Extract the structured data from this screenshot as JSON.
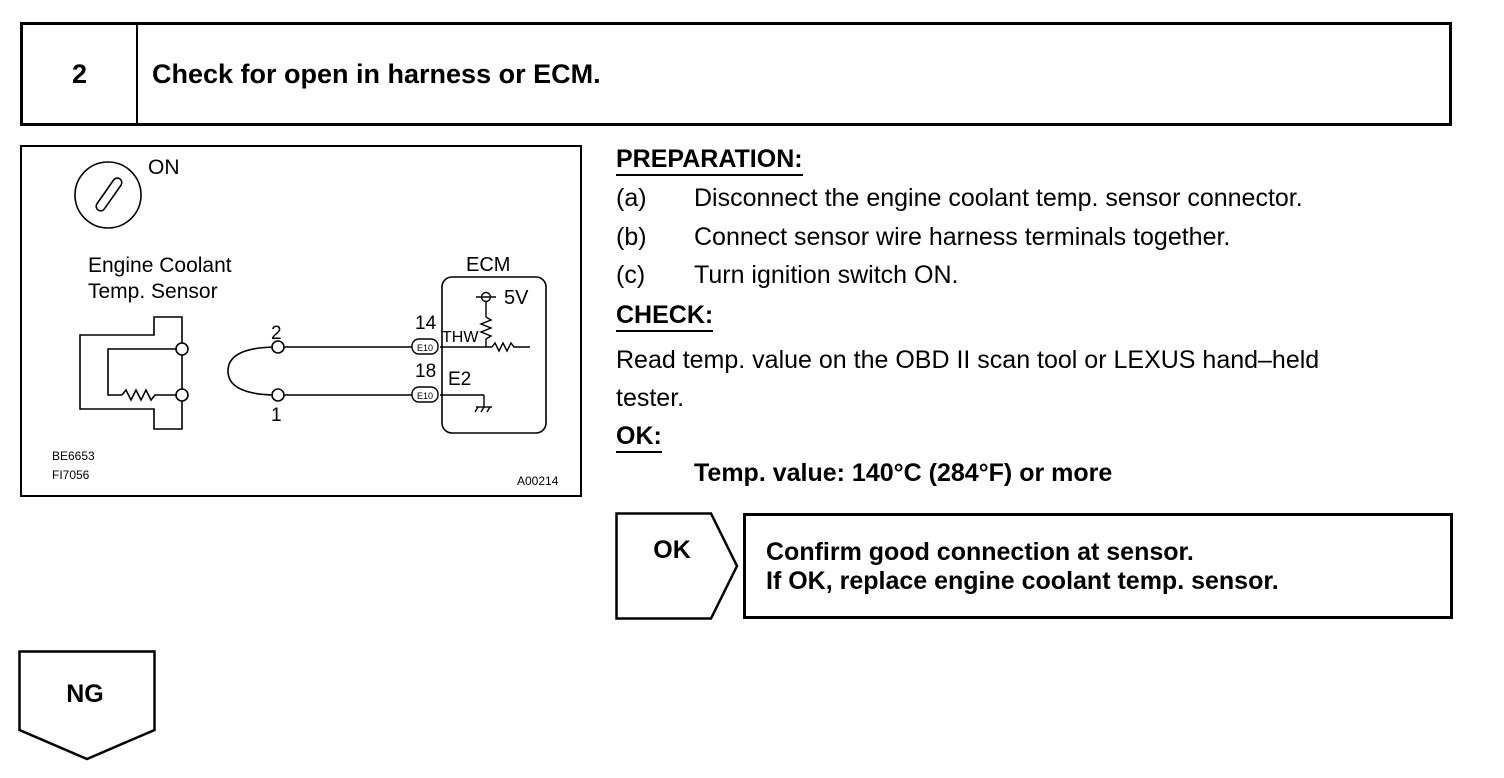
{
  "step": {
    "number": "2",
    "title": "Check for open in harness or ECM."
  },
  "diagram": {
    "ignition_label": "ON",
    "sensor_label_line1": "Engine Coolant",
    "sensor_label_line2": "Temp. Sensor",
    "ecm_label": "ECM",
    "voltage_label": "5V",
    "pin_2": "2",
    "pin_1": "1",
    "terminal_14": "14",
    "terminal_18": "18",
    "thw_label": "THW",
    "e2_label": "E2",
    "connector_1": "E10",
    "connector_2": "E10",
    "ref_1": "BE6653",
    "ref_2": "FI7056",
    "ref_3": "A00214"
  },
  "preparation": {
    "heading": "PREPARATION:",
    "items": [
      {
        "label": "(a)",
        "text": "Disconnect the engine coolant temp. sensor connector."
      },
      {
        "label": "(b)",
        "text": "Connect sensor wire harness terminals together."
      },
      {
        "label": "(c)",
        "text": "Turn ignition switch ON."
      }
    ]
  },
  "check": {
    "heading": "CHECK:",
    "line1": "Read temp. value on the OBD II scan tool or LEXUS hand–held",
    "line2": "tester."
  },
  "ok_spec": {
    "heading": "OK:",
    "value": "Temp. value:  140°C (284°F) or more"
  },
  "ok_branch": {
    "label": "OK",
    "line1": "Confirm good connection at sensor.",
    "line2": "If OK, replace engine coolant temp. sensor."
  },
  "ng_branch": {
    "label": "NG"
  }
}
